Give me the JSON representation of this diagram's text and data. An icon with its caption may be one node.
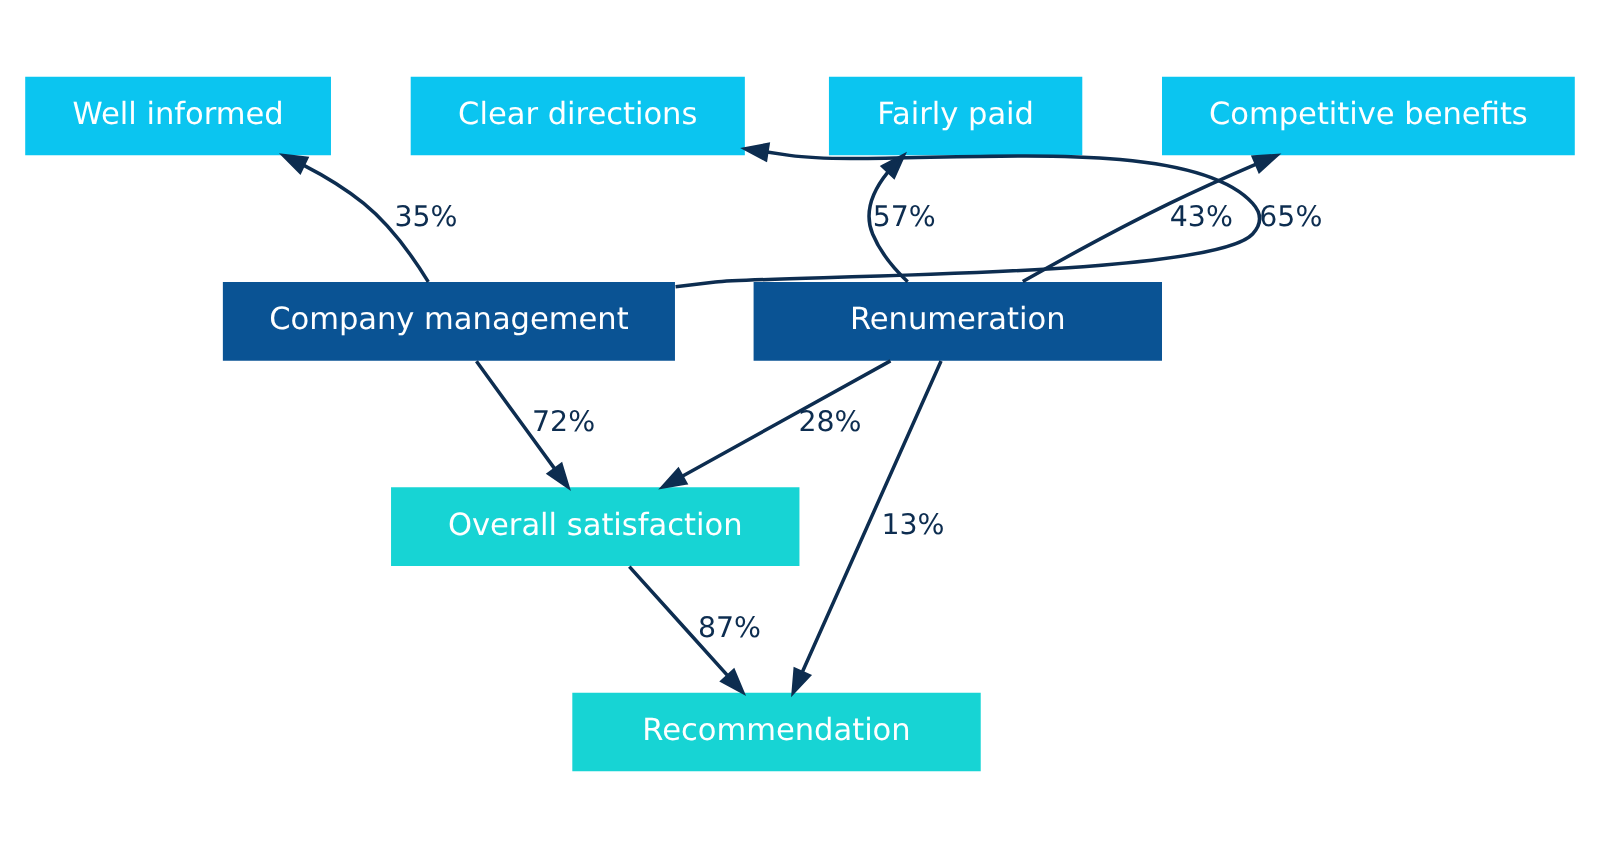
{
  "diagram": {
    "nodes": [
      {
        "text": [
          "Well informed"
        ]
      },
      {
        "text": [
          "Clear directions"
        ]
      },
      {
        "text": [
          "Fairly paid"
        ]
      },
      {
        "text": [
          "Competitive benefits"
        ]
      },
      {
        "text": [
          "Company management"
        ]
      },
      {
        "text": [
          "Renumeration"
        ]
      },
      {
        "text": [
          "Overall satisfaction"
        ]
      },
      {
        "text": [
          "Recommendation"
        ]
      }
    ],
    "edges": [
      {
        "from": 4,
        "to": 0,
        "arrow": "to",
        "label": "35%"
      },
      {
        "from": 4,
        "to": 1,
        "arrow": "to",
        "label": "65%"
      },
      {
        "from": 5,
        "to": 2,
        "arrow": "to",
        "label": "57%"
      },
      {
        "from": 5,
        "to": 3,
        "arrow": "to",
        "label": "43%"
      },
      {
        "from": 4,
        "to": 6,
        "arrow": "to",
        "label": "72%"
      },
      {
        "from": 5,
        "to": 6,
        "arrow": "to",
        "label": "28%"
      },
      {
        "from": 6,
        "to": 7,
        "arrow": "to",
        "label": "87%"
      },
      {
        "from": 5,
        "to": 7,
        "arrow": "to",
        "label": "13%"
      }
    ]
  }
}
